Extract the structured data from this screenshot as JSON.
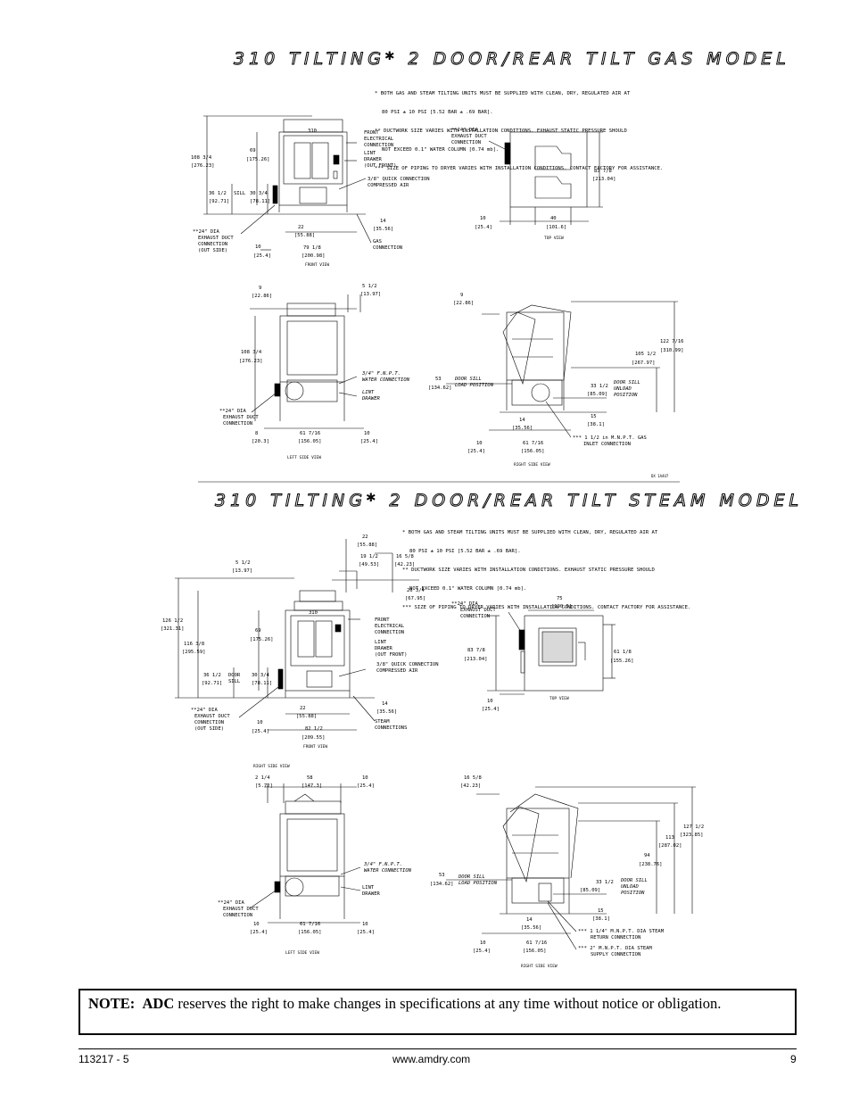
{
  "gas": {
    "title": "310 TILTING* 2 DOOR/REAR TILT GAS MODEL",
    "notes": [
      "* BOTH GAS AND STEAM TILTING UNITS MUST BE SUPPLIED WITH CLEAN, DRY, REGULATED AIR AT",
      "80 PSI ± 10 PSI [5.52 BAR ± .69 BAR].",
      "** DUCTWORK SIZE VARIES WITH INSTALLATION CONDITIONS. EXHAUST STATIC PRESSURE SHOULD",
      "NOT EXCEED 0.1\" WATER COLUMN [0.74 mb].",
      "*** SIZE OF PIPING TO DRYER VARIES WITH INSTALLATION CONDITIONS. CONTACT FACTORY FOR ASSISTANCE."
    ],
    "front_view": {
      "machine_label": "310",
      "dims": [
        "108 3/4",
        "[276.23]",
        "69",
        "[175.26]",
        "36 1/2",
        "[92.71]",
        "30 3/4",
        "[78.11]",
        "22",
        "[55.88]",
        "79 1/8",
        "[200.98]",
        "10",
        "[25.4]",
        "14",
        "[35.56]"
      ],
      "sill": "SILL",
      "callouts": [
        "FRONT",
        "ELECTRICAL",
        "CONNECTION",
        "LINT",
        "DRAWER",
        "(OUT FRONT)",
        "3/8\" QUICK CONNECTION",
        "COMPRESSED AIR",
        "GAS",
        "CONNECTION"
      ],
      "exhaust": [
        "**24\" DIA",
        "EXHAUST DUCT",
        "CONNECTION",
        "(OUT SIDE)"
      ],
      "caption": "FRONT VIEW"
    },
    "top_view": {
      "exhaust": [
        "**24\" DIA",
        "EXHAUST DUCT",
        "CONNECTION"
      ],
      "dims": [
        "83 7/8",
        "[213.04]",
        "10",
        "[25.4]",
        "40",
        "[101.6]"
      ],
      "caption": "TOP VIEW"
    },
    "left_side_view": {
      "dims": [
        "9",
        "[22.86]",
        "5 1/2",
        "[13.97]",
        "108 3/4",
        "[276.23]",
        "8",
        "[20.3]",
        "61 7/16",
        "[156.05]",
        "10",
        "[25.4]"
      ],
      "callouts": [
        "3/4\" F.N.P.T.",
        "WATER CONNECTION",
        "LINT",
        "DRAWER"
      ],
      "exhaust": [
        "**24\" DIA",
        "EXHAUST DUCT",
        "CONNECTION"
      ],
      "caption": "LEFT SIDE VIEW"
    },
    "right_side_view": {
      "dims": [
        "9",
        "[22.86]",
        "122 7/16",
        "[310.99]",
        "105 1/2",
        "[267.97]",
        "53",
        "[134.62]",
        "33 1/2",
        "[85.09]",
        "14",
        "[35.56]",
        "15",
        "[38.1]",
        "10",
        "[25.4]",
        "61 7/16",
        "[156.05]"
      ],
      "callouts": [
        "DOOR SILL",
        "LOAD POSITION",
        "DOOR SILL",
        "UNLOAD",
        "POSITION",
        "*** 1 1/2 in M.N.P.T. GAS",
        "INLET CONNECTION"
      ],
      "caption": "RIGHT SIDE VIEW",
      "drawing_no": "DX 1A4U7"
    }
  },
  "steam": {
    "title": "310 TILTING* 2 DOOR/REAR TILT STEAM MODEL",
    "notes": [
      "* BOTH GAS AND STEAM TILTING UNITS MUST BE SUPPLIED WITH CLEAN, DRY, REGULATED AIR AT",
      "80 PSI ± 10 PSI [5.52 BAR ± .69 BAR].",
      "** DUCTWORK SIZE VARIES WITH INSTALLATION CONDITIONS. EXHAUST STATIC PRESSURE SHOULD",
      "NOT EXCEED 0.1\" WATER COLUMN [0.74 mb].",
      "*** SIZE OF PIPING TO DRYER VARIES WITH INSTALLATION CONDITIONS. CONTACT FACTORY FOR ASSISTANCE."
    ],
    "front_view": {
      "machine_label": "310",
      "dims": [
        "22",
        "[55.88]",
        "5 1/2",
        "[13.97]",
        "19 1/2",
        "[49.53]",
        "16 5/8",
        "[42.23]",
        "26 3/4",
        "[67.95]",
        "126 1/2",
        "[321.31]",
        "116 3/8",
        "[295.59]",
        "69",
        "[175.26]",
        "36 1/2",
        "[92.71]",
        "30 3/4",
        "[78.11]",
        "22",
        "[55.88]",
        "82 1/2",
        "[209.55]",
        "10",
        "[25.4]",
        "14",
        "[35.56]"
      ],
      "door_sill": [
        "DOOR",
        "SILL"
      ],
      "callouts": [
        "FRONT",
        "ELECTRICAL",
        "CONNECTION",
        "LINT",
        "DRAWER",
        "(OUT FRONT)",
        "3/8\" QUICK CONNECTION",
        "COMPRESSED AIR",
        "STEAM",
        "CONNECTIONS"
      ],
      "exhaust": [
        "**24\" DIA",
        "EXHAUST DUCT",
        "CONNECTION",
        "(OUT SIDE)"
      ],
      "caption": "FRONT VIEW"
    },
    "top_view": {
      "exhaust": [
        "**24\" DIA",
        "EXHAUST DUCT",
        "CONNECTION"
      ],
      "dims": [
        "75",
        "[190.5]",
        "83 7/8",
        "[213.04]",
        "61 1/8",
        "[155.26]",
        "10",
        "[25.4]"
      ],
      "caption": "TOP VIEW"
    },
    "left_side_view": {
      "header": "RIGHT SIDE VIEW",
      "dims": [
        "2 1/4",
        "[5.72]",
        "58",
        "[147.3]",
        "10",
        "[25.4]",
        "10",
        "[25.4]",
        "61 7/16",
        "[156.05]",
        "10",
        "[25.4]"
      ],
      "callouts": [
        "3/4\" F.N.P.T.",
        "WATER CONNECTION",
        "LINT",
        "DRAWER"
      ],
      "exhaust": [
        "**24\" DIA",
        "EXHAUST DUCT",
        "CONNECTION"
      ],
      "caption": "LEFT SIDE VIEW"
    },
    "right_side_view": {
      "dims": [
        "16 5/8",
        "[42.23]",
        "127 1/2",
        "[323.85]",
        "113",
        "[287.02]",
        "94",
        "[238.76]",
        "53",
        "[134.62]",
        "33 1/2",
        "[85.09]",
        "15",
        "[38.1]",
        "14",
        "[35.56]",
        "10",
        "[25.4]",
        "61 7/16",
        "[156.05]"
      ],
      "callouts": [
        "DOOR SILL",
        "LOAD POSITION",
        "DOOR SILL",
        "UNLOAD",
        "POSITION",
        "*** 1 1/4\" M.N.P.T. DIA STEAM",
        "RETURN CONNECTION",
        "*** 2\" M.N.P.T. DIA STEAM",
        "SUPPLY CONNECTION"
      ],
      "caption": "RIGHT SIDE VIEW"
    }
  },
  "note": {
    "label": "NOTE:",
    "brand": "ADC",
    "text": " reserves the right to make changes in specifications at any time without notice or obligation."
  },
  "footer": {
    "doc_number": "113217 - 5",
    "website": "www.amdry.com",
    "page": "9"
  }
}
